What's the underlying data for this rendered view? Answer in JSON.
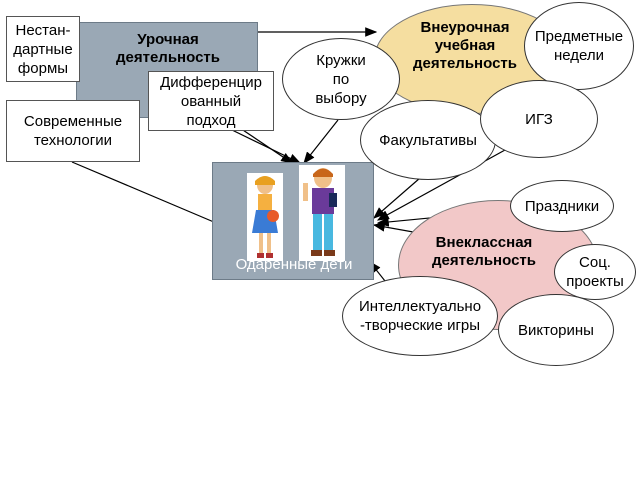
{
  "lesson_block": {
    "label": "Урочная\nдеятельность"
  },
  "extra_block": {
    "label": "Внеурочная\nучебная\nдеятельность",
    "color": "#f5dea0"
  },
  "extracurricular_block": {
    "label": "Внеклассная\nдеятельность",
    "color": "#f2c8c8"
  },
  "center_block": {
    "label": "Одаренные дети",
    "color": "#9aa8b5"
  },
  "boxes": {
    "nonstandard": "Нестан-\nдартные\nформы",
    "differentiated": "Дифференцир\nованный\nподход",
    "technologies": "Современные\nтехнологии"
  },
  "bubbles": {
    "circles": "Кружки\nпо\nвыбору",
    "subject_weeks": "Предметные\nнедели",
    "electives": "Факультативы",
    "igz": "ИГЗ",
    "holidays": "Праздники",
    "social_projects": "Соц.\nпроекты",
    "intellectual_games": "Интеллектуально\n-творческие игры",
    "quizzes": "Викторины"
  }
}
